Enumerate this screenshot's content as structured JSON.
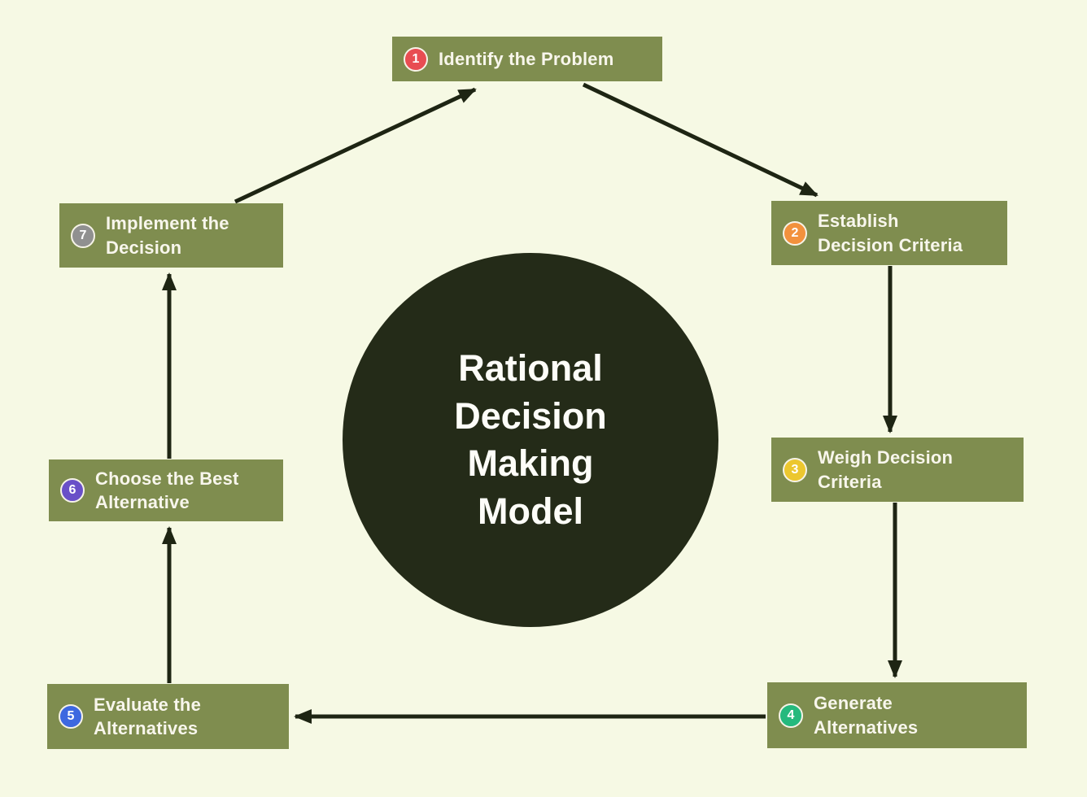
{
  "diagram": {
    "title": "Rational Decision Making Model"
  },
  "colors": {
    "background": "#f6f9e4",
    "box": "#7f8d4f",
    "box_text": "#f8f6ec",
    "circle": "#242b18",
    "circle_text": "#fdfdf8",
    "arrow": "#1e2513"
  },
  "steps": [
    {
      "number": "1",
      "label": "Identify the Problem",
      "badge_color": "#e84d52"
    },
    {
      "number": "2",
      "label": "Establish Decision Criteria",
      "badge_color": "#f2913d"
    },
    {
      "number": "3",
      "label": "Weigh Decision Criteria",
      "badge_color": "#ecc72f"
    },
    {
      "number": "4",
      "label": "Generate Alternatives",
      "badge_color": "#25b97d"
    },
    {
      "number": "5",
      "label": "Evaluate the Alternatives",
      "badge_color": "#3d68e0"
    },
    {
      "number": "6",
      "label": "Choose the Best Alternative",
      "badge_color": "#6950c8"
    },
    {
      "number": "7",
      "label": "Implement the Decision",
      "badge_color": "#909090"
    }
  ]
}
